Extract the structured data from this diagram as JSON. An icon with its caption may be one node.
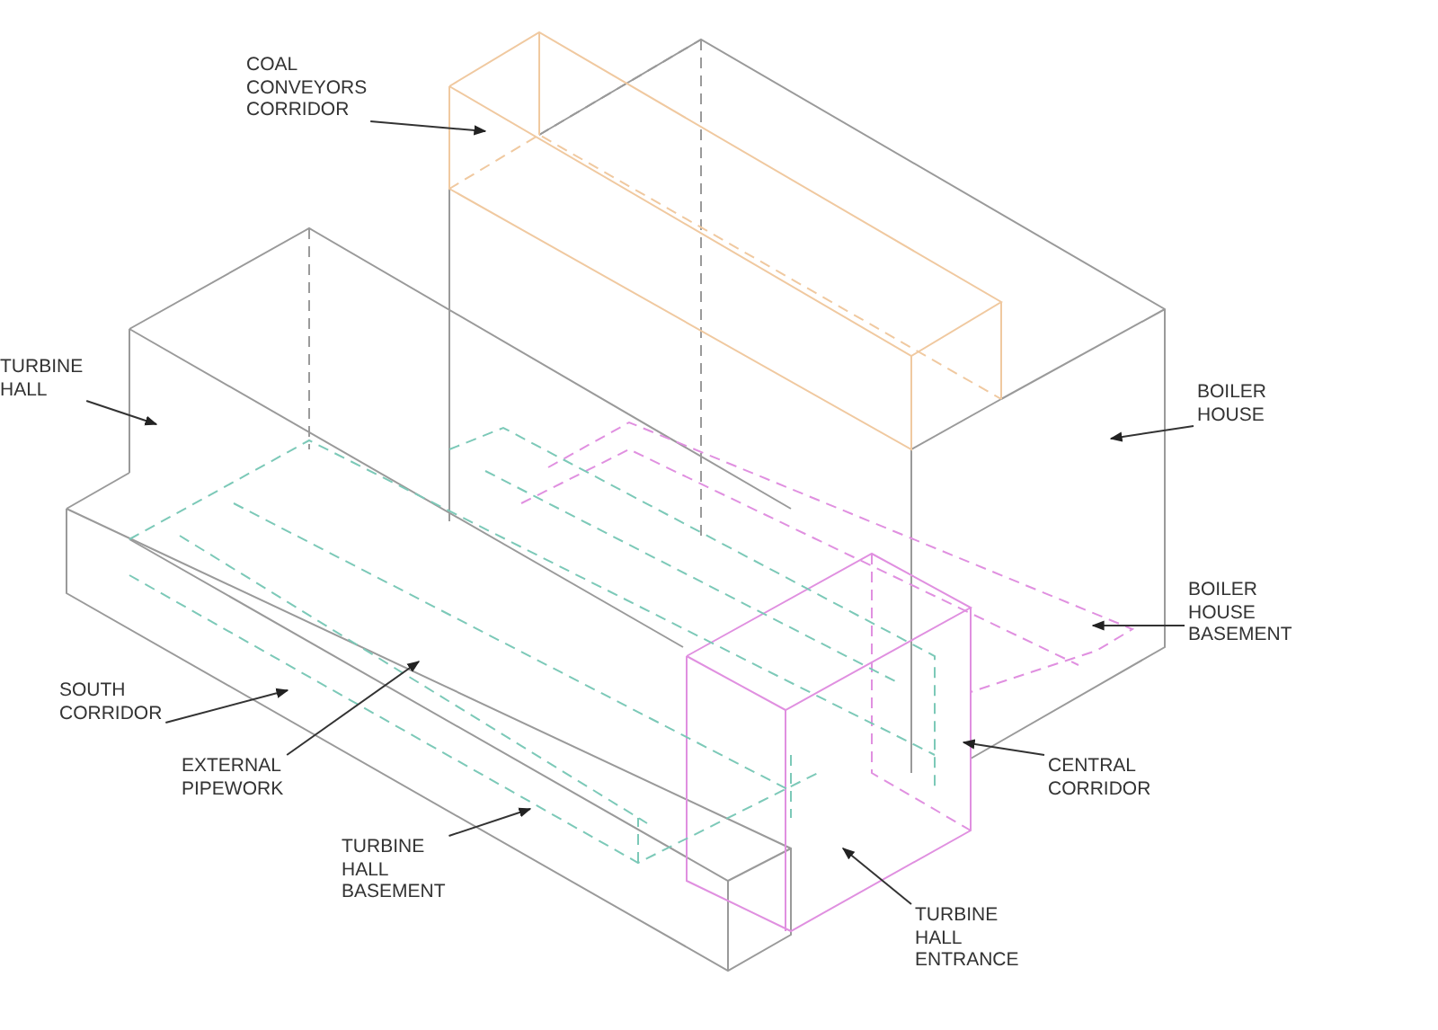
{
  "diagram": {
    "nodes": [
      {
        "text": [
          "COAL CONVEYORS CORRIDOR"
        ]
      },
      {
        "text": [
          "TURBINE HALL"
        ]
      },
      {
        "text": [
          "BOILER HOUSE"
        ]
      },
      {
        "text": [
          "BOILER HOUSE BASEMENT"
        ]
      },
      {
        "text": [
          "SOUTH CORRIDOR"
        ]
      },
      {
        "text": [
          "EXTERNAL PIPEWORK"
        ]
      },
      {
        "text": [
          "CENTRAL CORRIDOR"
        ]
      },
      {
        "text": [
          "TURBINE HALL BASEMENT"
        ]
      },
      {
        "text": [
          "TURBINE HALL ENTRANCE"
        ]
      }
    ],
    "edges": [
      {
        "from": 0,
        "to": null,
        "arrow": "to"
      },
      {
        "from": 1,
        "to": null,
        "arrow": "to"
      },
      {
        "from": 2,
        "to": null,
        "arrow": "to"
      },
      {
        "from": 3,
        "to": null,
        "arrow": "to"
      },
      {
        "from": 4,
        "to": null,
        "arrow": "to"
      },
      {
        "from": 5,
        "to": null,
        "arrow": "to"
      },
      {
        "from": 6,
        "to": null,
        "arrow": "to"
      },
      {
        "from": 7,
        "to": null,
        "arrow": "to"
      },
      {
        "from": 8,
        "to": null,
        "arrow": "to"
      }
    ]
  }
}
